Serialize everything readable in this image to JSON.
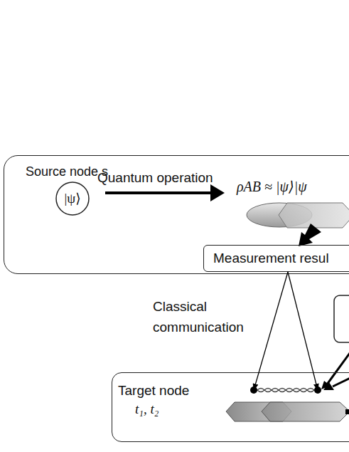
{
  "diagram": {
    "nodes": [
      {
        "text": [
          "Source node s"
        ]
      },
      {
        "text": [
          "|ψ⟩"
        ],
        "in": 0
      },
      {
        "text": [
          "Measurement resul"
        ],
        "in": 0
      },
      {
        "text": [
          "Target node",
          "t₁, t₂"
        ]
      }
    ],
    "edges": [
      {
        "from": 2,
        "to": 3,
        "arrow": "to",
        "label": "Classical communication"
      },
      {
        "from": 2,
        "to": 3,
        "arrow": "to"
      }
    ],
    "labels": [
      "Quantum operation",
      "ρAB ≈ |ψ⟩|ψ"
    ]
  }
}
